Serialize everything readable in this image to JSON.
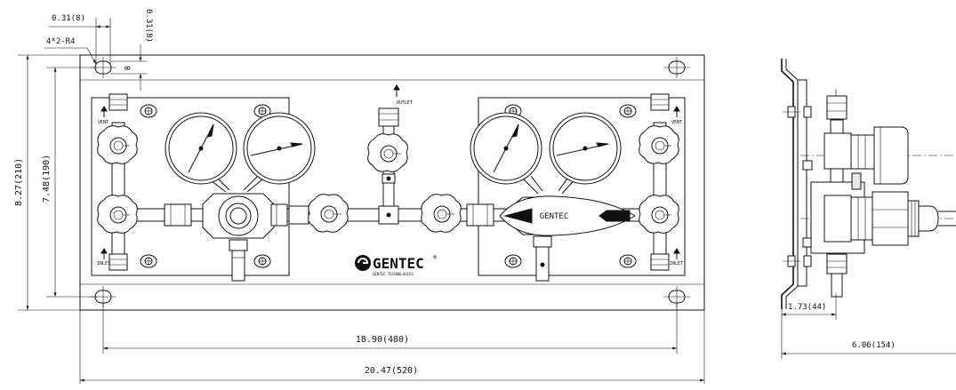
{
  "dimensions": {
    "hole_width": "0.31(8)",
    "hole_height": "0.31(8)",
    "slots": "4*2-R4",
    "slot_mark": "∞",
    "overall_height": "8.27(210)",
    "hole_spacing_vertical": "7.48(190)",
    "hole_spacing_horizontal": "18.90(480)",
    "overall_width": "20.47(520)",
    "side_offset": "1.73(44)",
    "side_depth": "6.06(154)"
  },
  "labels": {
    "outlet": "OUTLET",
    "vent_left": "VENT",
    "vent_right": "VENT",
    "inlet_left": "INLET",
    "inlet_right": "INLET",
    "regulator_brand": "GENTEC",
    "logo_text": "GENTEC",
    "logo_mark": "®",
    "logo_tagline": "GENTEC TECHNOLOGIES"
  }
}
